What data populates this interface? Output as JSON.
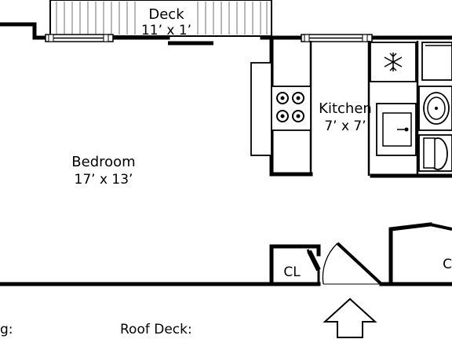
{
  "rooms": {
    "deck": {
      "name": "Deck",
      "dims": "11’ x 1’"
    },
    "bedroom": {
      "name": "Bedroom",
      "dims": "17’ x 13’"
    },
    "kitchen": {
      "name": "Kitchen",
      "dims": "7’ x 7’"
    },
    "closet": {
      "name": "CL"
    }
  },
  "labels": {
    "left_cut": "g:",
    "roof_deck": "Roof Deck:",
    "right_cut": "C"
  },
  "icons": {
    "freezer": "snowflake-icon",
    "entrance": "entry-arrow-icon"
  }
}
